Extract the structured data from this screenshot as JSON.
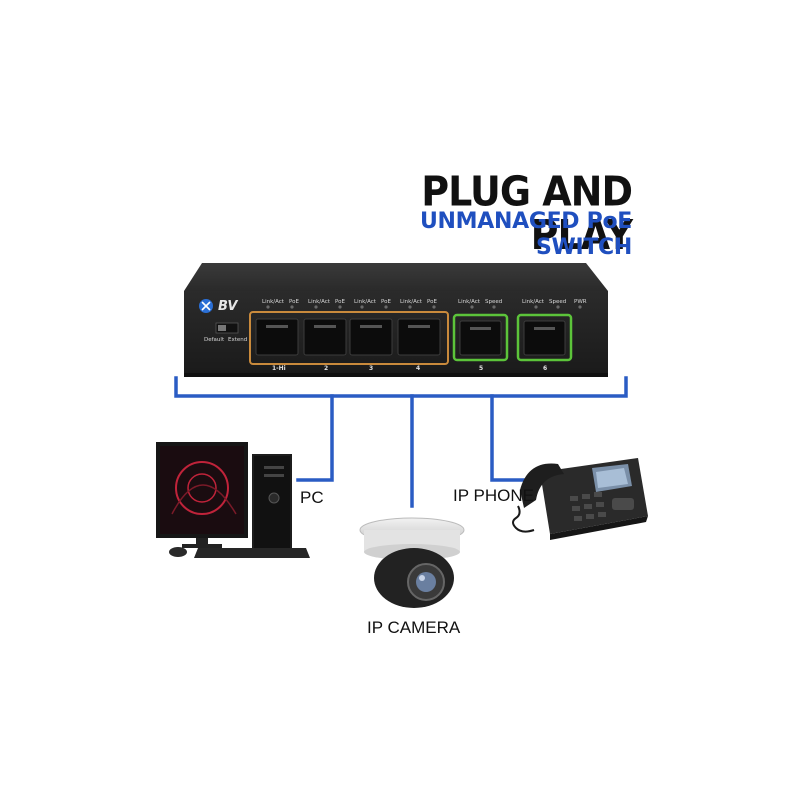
{
  "headline": {
    "title": "PLUG AND PLAY",
    "subtitle": "UNMANAGED PoE SWITCH"
  },
  "switch": {
    "brand": "BV",
    "mode_labels": [
      "Default",
      "Extend"
    ],
    "poe_port_labels": [
      {
        "link": "Link/Act",
        "poe": "PoE"
      },
      {
        "link": "Link/Act",
        "poe": "PoE"
      },
      {
        "link": "Link/Act",
        "poe": "PoE"
      },
      {
        "link": "Link/Act",
        "poe": "PoE"
      }
    ],
    "uplink_port_labels": [
      {
        "link": "Link/Act",
        "speed": "Speed"
      },
      {
        "link": "Link/Act",
        "speed": "Speed"
      }
    ],
    "pwr_label": "PWR",
    "port_numbers": [
      "1-Hi",
      "2",
      "3",
      "4",
      "5",
      "6"
    ]
  },
  "devices": {
    "pc": "PC",
    "ip_camera": "IP CAMERA",
    "ip_phone": "IP PHONE"
  },
  "colors": {
    "poe_group": "#c98a3c",
    "uplink_group": "#5cc43a",
    "connector": "#2a5cc4",
    "subtitle": "#1f4fbf"
  }
}
